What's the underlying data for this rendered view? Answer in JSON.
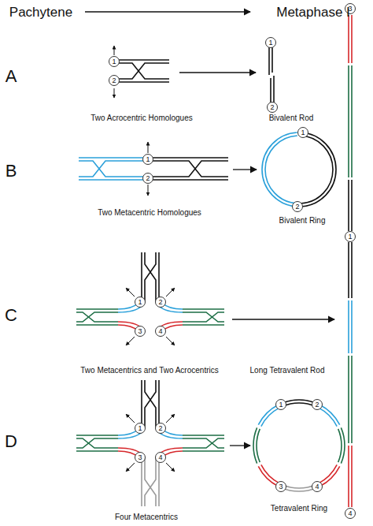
{
  "diagram": {
    "nodes": [
      {
        "text": [
          "1"
        ]
      },
      {
        "text": [
          "2"
        ]
      },
      {
        "text": [
          "1"
        ]
      },
      {
        "text": [
          "2"
        ]
      },
      {
        "text": [
          "1"
        ]
      },
      {
        "text": [
          "2"
        ]
      },
      {
        "text": [
          "1"
        ]
      },
      {
        "text": [
          "2"
        ]
      },
      {
        "text": [
          "1"
        ]
      },
      {
        "text": [
          "2"
        ]
      },
      {
        "text": [
          "3"
        ]
      },
      {
        "text": [
          "4"
        ]
      },
      {
        "text": [
          "3"
        ]
      },
      {
        "text": [
          "1"
        ]
      },
      {
        "text": [
          "4"
        ]
      },
      {
        "text": [
          "1"
        ]
      },
      {
        "text": [
          "2"
        ]
      },
      {
        "text": [
          "3"
        ]
      },
      {
        "text": [
          "4"
        ]
      },
      {
        "text": [
          "1"
        ]
      },
      {
        "text": [
          "2"
        ]
      },
      {
        "text": [
          "3"
        ]
      },
      {
        "text": [
          "4"
        ]
      }
    ],
    "labels": [
      "Pachytene",
      "Metaphase I",
      "A",
      "Two Acrocentric Homologues",
      "Bivalent Rod",
      "B",
      "Two Metacentric Homologues",
      "Bivalent Ring",
      "C",
      "Two Metacentrics and Two Acrocentrics",
      "Long Tetravalent Rod",
      "D",
      "Four Metacentrics",
      "Tetravalent Ring"
    ]
  }
}
